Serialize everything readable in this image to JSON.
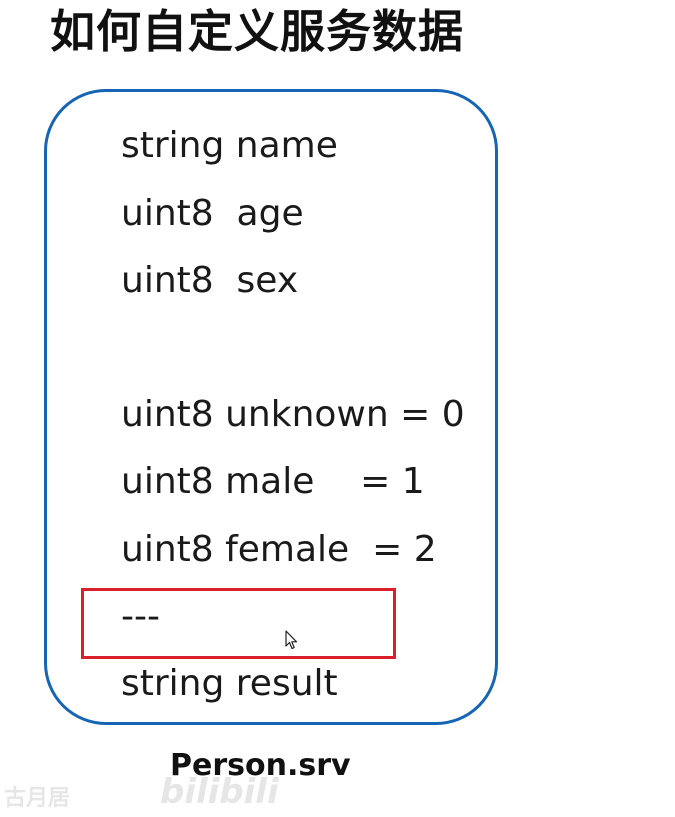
{
  "title": "如何自定义服务数据",
  "code_lines": [
    "string name",
    "uint8  age",
    "uint8  sex",
    "",
    "uint8 unknown = 0",
    "uint8 male    = 1",
    "uint8 female  = 2",
    "---",
    "string result"
  ],
  "file_label": "Person.srv",
  "watermark": {
    "logo_text": "bilibili",
    "left_text": "古月居"
  },
  "colors": {
    "box_border": "#1565b4",
    "highlight_border": "#d9202b",
    "text": "#1a1a1a"
  },
  "icons": {
    "cursor": "mouse-pointer-icon"
  }
}
